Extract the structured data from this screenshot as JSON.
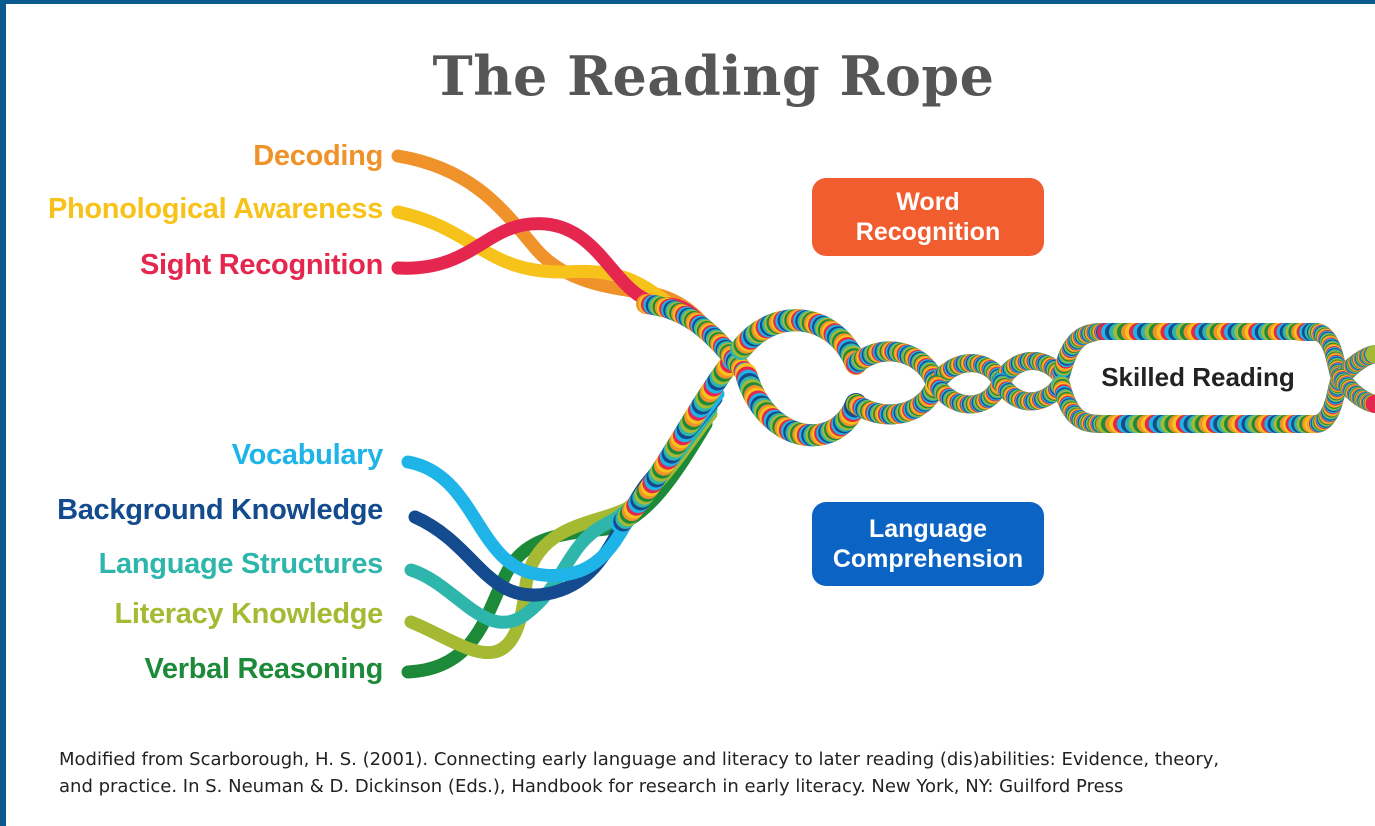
{
  "title": "The Reading Rope",
  "strands": {
    "word_recognition": [
      {
        "name": "Decoding",
        "color": "#f0922a"
      },
      {
        "name": "Phonological Awareness",
        "color": "#f7c31b"
      },
      {
        "name": "Sight Recognition",
        "color": "#e5274f"
      }
    ],
    "language_comprehension": [
      {
        "name": "Vocabulary",
        "color": "#1eb4e8"
      },
      {
        "name": "Background Knowledge",
        "color": "#144a8e"
      },
      {
        "name": "Language Structures",
        "color": "#2eb6ad"
      },
      {
        "name": "Literacy Knowledge",
        "color": "#a5b932"
      },
      {
        "name": "Verbal Reasoning",
        "color": "#1d8a3a"
      }
    ]
  },
  "boxes": {
    "word_recognition": {
      "line1": "Word",
      "line2": "Recognition",
      "color": "#f15d2f"
    },
    "language_comprehension": {
      "line1": "Language",
      "line2": "Comprehension",
      "color": "#0b63c4"
    }
  },
  "skilled_reading": "Skilled Reading",
  "citation": {
    "line1": "Modified from Scarborough, H. S. (2001). Connecting early language and literacy to later reading (dis)abilities: Evidence, theory,",
    "line2": "and practice. In S. Neuman & D. Dickinson (Eds.), Handbook for research in early literacy. New York, NY: Guilford Press"
  }
}
